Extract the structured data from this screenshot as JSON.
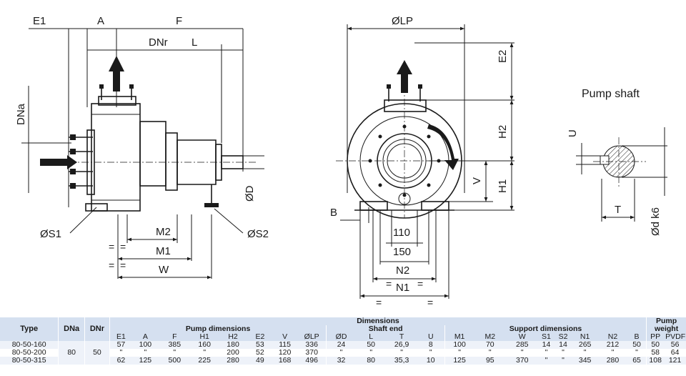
{
  "drawing": {
    "side_view_labels": {
      "E1": "E1",
      "A": "A",
      "F": "F",
      "DNr": "DNr",
      "L": "L",
      "DNa": "DNa",
      "OD": "ØD",
      "OS1": "ØS1",
      "OS2": "ØS2",
      "M2": "M2",
      "M1": "M1",
      "W": "W",
      "eq": "="
    },
    "front_view_labels": {
      "OLP": "ØLP",
      "E2": "E2",
      "H2": "H2",
      "H1": "H1",
      "V": "V",
      "B": "B",
      "d110": "110",
      "d150": "150",
      "N2": "N2",
      "N1": "N1",
      "eq": "="
    },
    "shaft_view": {
      "title": "Pump shaft",
      "U": "U",
      "T": "T",
      "Od_k6": "Ød k6"
    }
  },
  "table": {
    "header": {
      "type": "Type",
      "dna": "DNa",
      "dnr": "DNr",
      "dimensions": "Dimensions",
      "pump_weight": "Pump weight",
      "pump_dimensions": "Pump dimensions",
      "shaft_end": "Shaft end",
      "support_dimensions": "Support dimensions"
    },
    "columns": [
      "E1",
      "A",
      "F",
      "H1",
      "H2",
      "E2",
      "V",
      "ØLP",
      "ØD",
      "L",
      "T",
      "U",
      "M1",
      "M2",
      "W",
      "S1",
      "S2",
      "N1",
      "N2",
      "B",
      "PP",
      "PVDF"
    ],
    "dna_value": "80",
    "dnr_value": "50",
    "rows": [
      {
        "type": "80-50-160",
        "cells": [
          "57",
          "100",
          "385",
          "160",
          "180",
          "53",
          "115",
          "336",
          "24",
          "50",
          "26,9",
          "8",
          "100",
          "70",
          "285",
          "14",
          "14",
          "265",
          "212",
          "50",
          "50",
          "56"
        ]
      },
      {
        "type": "80-50-200",
        "cells": [
          "\"",
          "\"",
          "\"",
          "\"",
          "200",
          "52",
          "120",
          "370",
          "\"",
          "\"",
          "\"",
          "\"",
          "\"",
          "\"",
          "\"",
          "\"",
          "\"",
          "\"",
          "\"",
          "\"",
          "58",
          "64"
        ]
      },
      {
        "type": "80-50-315",
        "cells": [
          "62",
          "125",
          "500",
          "225",
          "280",
          "49",
          "168",
          "496",
          "32",
          "80",
          "35,3",
          "10",
          "125",
          "95",
          "370",
          "\"",
          "\"",
          "345",
          "280",
          "65",
          "108",
          "121"
        ]
      }
    ]
  }
}
